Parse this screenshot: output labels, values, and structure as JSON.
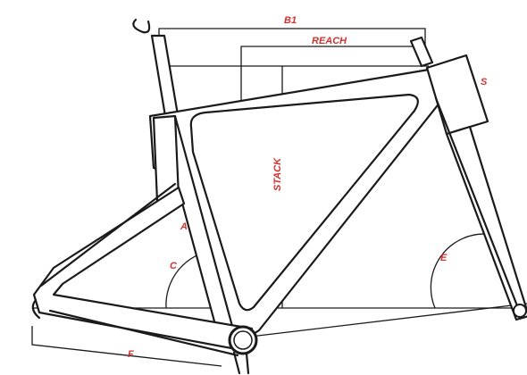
{
  "diagram": {
    "labels": {
      "b1": "B1",
      "reach": "REACH",
      "stack": "STACK",
      "s": "S",
      "a": "A",
      "c": "C",
      "e": "E",
      "f": "F"
    },
    "colors": {
      "label": "#d0322f",
      "line": "#1a1a1a",
      "background": "#ffffff"
    }
  }
}
